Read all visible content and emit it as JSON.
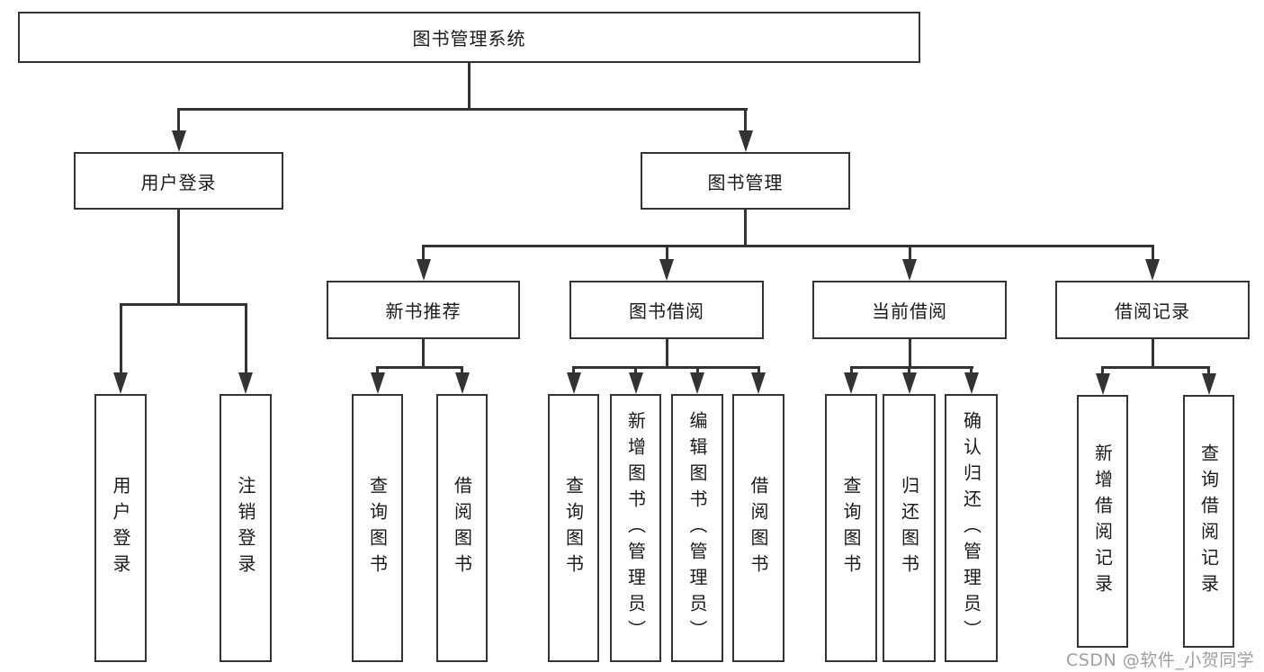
{
  "diagram": {
    "root_label": "图书管理系统",
    "level2": {
      "user_login": "用户登录",
      "book_management": "图书管理"
    },
    "level3": {
      "new_book_recommend": "新书推荐",
      "book_borrow": "图书借阅",
      "current_borrow": "当前借阅",
      "borrow_records": "借阅记录"
    },
    "leaves": {
      "user_login": "用户登录",
      "logout": "注销登录",
      "nb_query_book": "查询图书",
      "nb_borrow_book": "借阅图书",
      "bb_query_book": "查询图书",
      "bb_add_book": "新增图书（管理员）",
      "bb_edit_book": "编辑图书（管理员）",
      "bb_borrow_book": "借阅图书",
      "cb_query_book": "查询图书",
      "cb_return_book": "归还图书",
      "cb_confirm_return": "确认归还（管理员）",
      "br_add_record": "新增借阅记录",
      "br_query_record": "查询借阅记录"
    },
    "watermark_text": "CSDN @软件_小贺同学",
    "colors": {
      "line": "#333333",
      "text": "#1a1a1a",
      "watermark": "#9e9e9e",
      "background": "#ffffff"
    }
  }
}
